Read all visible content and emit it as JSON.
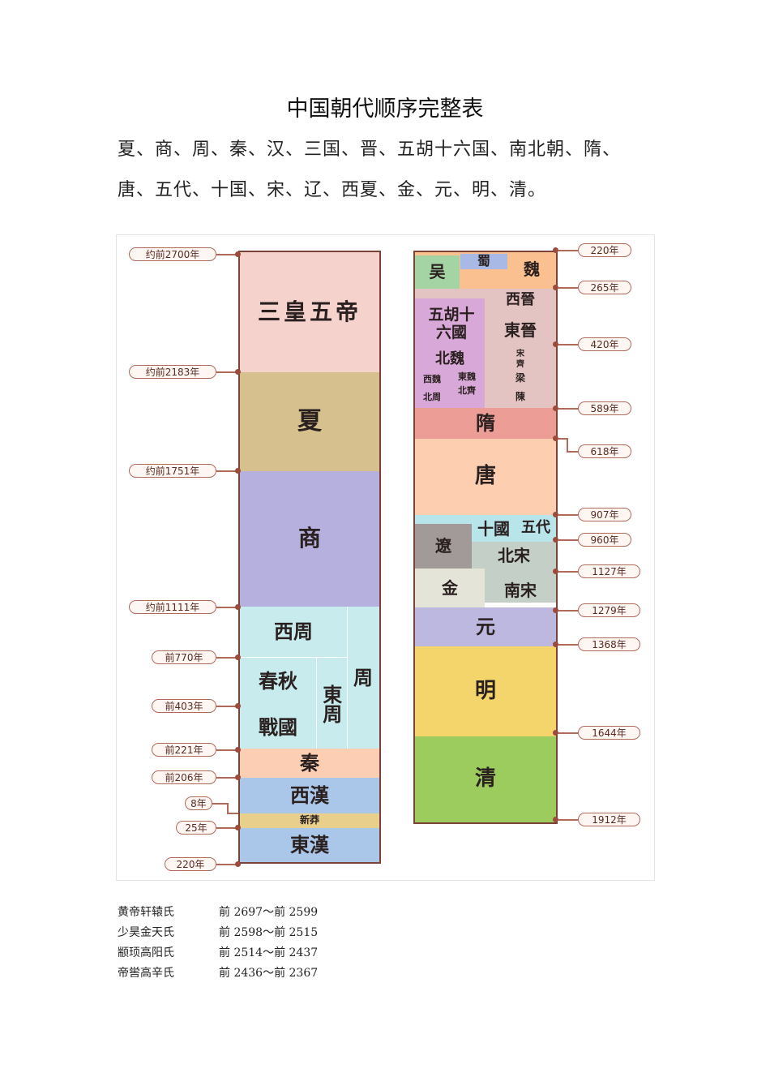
{
  "title": "中国朝代顺序完整表",
  "intro": "夏、商、周、秦、汉、三国、晋、五胡十六国、南北朝、隋、唐、五代、十国、宋、辽、西夏、金、元、明、清。",
  "chart": {
    "left_labels": [
      "约前2700年",
      "约前2183年",
      "约前1751年",
      "约前1111年",
      "前770年",
      "前403年",
      "前221年",
      "前206年",
      "8年",
      "25年",
      "220年"
    ],
    "left_blocks": {
      "sanhuang": "三皇五帝",
      "xia": "夏",
      "shang": "商",
      "xizhou": "西周",
      "zhou": "周",
      "chunqiu": "春秋",
      "dongzhou": "東周",
      "zhanguo": "戰國",
      "qin": "秦",
      "xihan": "西漢",
      "xinmang": "新莽",
      "donghan": "東漢"
    },
    "right_labels": [
      "220年",
      "265年",
      "420年",
      "589年",
      "618年",
      "907年",
      "960年",
      "1127年",
      "1279年",
      "1368年",
      "1644年",
      "1912年"
    ],
    "right_blocks": {
      "wu": "吴",
      "shu": "蜀",
      "wei": "魏",
      "xijin": "西晉",
      "dongjin": "東晉",
      "wuhu": "五胡十六國",
      "beiwei": "北魏",
      "song_s": "宋",
      "qi_s": "齊",
      "liang": "梁",
      "chen": "陳",
      "xiwei": "西魏",
      "dongwei": "東魏",
      "beizhou": "北周",
      "beiqi": "北齊",
      "sui": "隋",
      "tang": "唐",
      "shiguo": "十國",
      "wudai": "五代",
      "liao": "遼",
      "beisong": "北宋",
      "jin": "金",
      "nansong": "南宋",
      "yuan": "元",
      "ming": "明",
      "qing": "清"
    }
  },
  "rulers": [
    {
      "name": "黄帝轩辕氏",
      "years": "前 2697～前 2599"
    },
    {
      "name": "少昊金天氏",
      "years": "前 2598～前 2515"
    },
    {
      "name": "颛顼高阳氏",
      "years": "前 2514～前 2437"
    },
    {
      "name": "帝喾高辛氏",
      "years": "前 2436～前 2367"
    }
  ],
  "colors": {
    "sanhuang": "#f6d2cd",
    "xia": "#d6c08e",
    "shang": "#b5b0dd",
    "zhou": "#c8ecee",
    "qin": "#fccfb4",
    "han": "#aac6e8",
    "xinmang": "#e8d08c",
    "wu": "#a4d3a4",
    "shu": "#a9b9e6",
    "wei": "#fbc08f",
    "jin": "#e3c4c2",
    "wuhu": "#d8a8d8",
    "sui": "#ec9d96",
    "tang": "#fdcfb0",
    "shiguo": "#b7e5ea",
    "liao": "#a29999",
    "song": "#c3cfc7",
    "jinc": "#e4e4d8",
    "yuan": "#bdb8e0",
    "ming": "#f3d56b",
    "qing": "#9dcc5e",
    "tag_border": "#b06a5a"
  }
}
